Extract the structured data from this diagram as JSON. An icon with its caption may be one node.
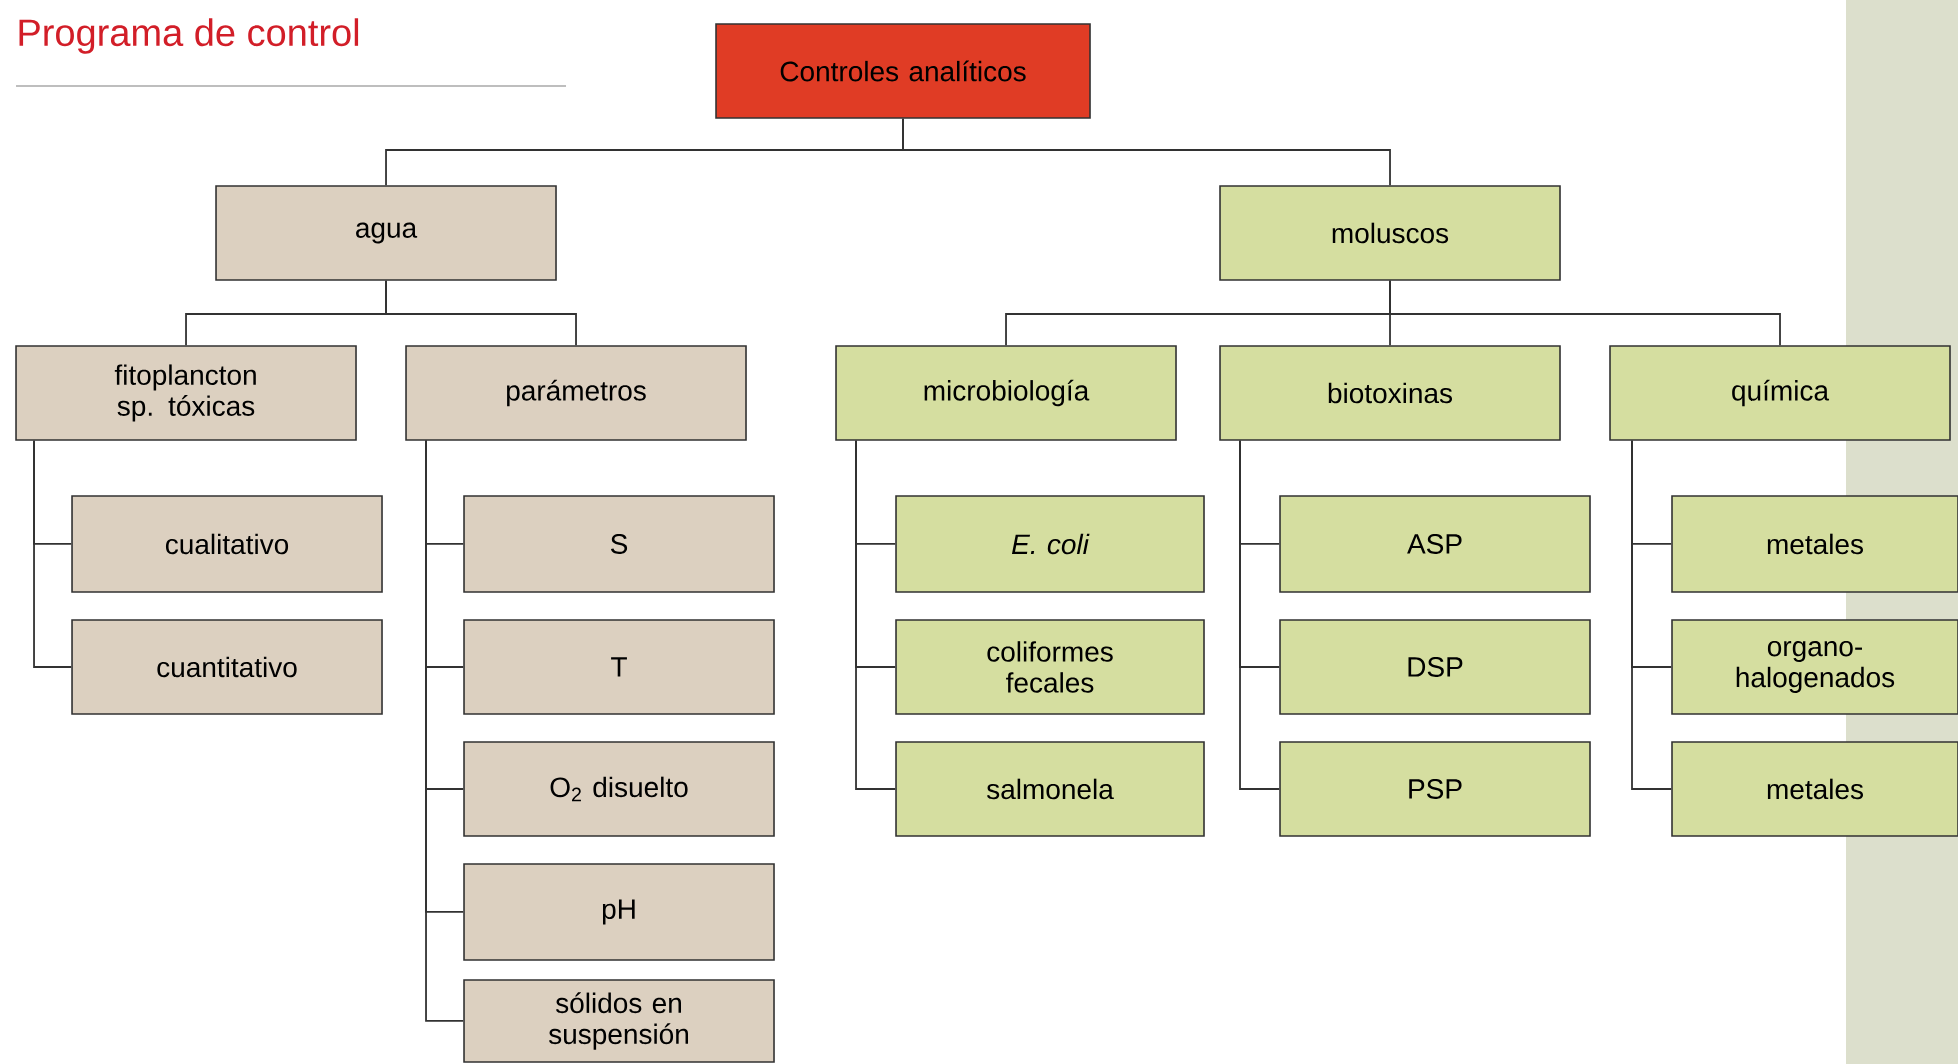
{
  "diagram": {
    "title": "Programa de control",
    "nodes": [
      {
        "text": [
          "Controles analíticos"
        ]
      },
      {
        "text": [
          "agua"
        ]
      },
      {
        "text": [
          "moluscos"
        ]
      },
      {
        "text": [
          "fitoplancton sp. tóxicas"
        ]
      },
      {
        "text": [
          "parámetros"
        ]
      },
      {
        "text": [
          "microbiología"
        ]
      },
      {
        "text": [
          "biotoxinas"
        ]
      },
      {
        "text": [
          "química"
        ]
      },
      {
        "text": [
          "cualitativo"
        ]
      },
      {
        "text": [
          "cuantitativo"
        ]
      },
      {
        "text": [
          "S"
        ]
      },
      {
        "text": [
          "T"
        ]
      },
      {
        "text": [
          "O$_{2}$ disuelto"
        ]
      },
      {
        "text": [
          "pH"
        ]
      },
      {
        "text": [
          "sólidos en suspensión"
        ]
      },
      {
        "text": [
          "E. coli"
        ]
      },
      {
        "text": [
          "coliformes fecales"
        ]
      },
      {
        "text": [
          "salmonela"
        ]
      },
      {
        "text": [
          "ASP"
        ]
      },
      {
        "text": [
          "DSP"
        ]
      },
      {
        "text": [
          "PSP"
        ]
      },
      {
        "text": [
          "metales"
        ]
      },
      {
        "text": [
          "organo-halogenados"
        ]
      },
      {
        "text": [
          "metales"
        ]
      }
    ],
    "edges": [
      {
        "from": 0,
        "to": 1,
        "arrow": "none"
      },
      {
        "from": 0,
        "to": 2,
        "arrow": "none"
      },
      {
        "from": 1,
        "to": 3,
        "arrow": "none"
      },
      {
        "from": 1,
        "to": 4,
        "arrow": "none"
      },
      {
        "from": 2,
        "to": 5,
        "arrow": "none"
      },
      {
        "from": 2,
        "to": 6,
        "arrow": "none"
      },
      {
        "from": 2,
        "to": 7,
        "arrow": "none"
      },
      {
        "from": 3,
        "to": 8,
        "arrow": "none"
      },
      {
        "from": 3,
        "to": 9,
        "arrow": "none"
      },
      {
        "from": 4,
        "to": 10,
        "arrow": "none"
      },
      {
        "from": 4,
        "to": 11,
        "arrow": "none"
      },
      {
        "from": 4,
        "to": 12,
        "arrow": "none"
      },
      {
        "from": 4,
        "to": 13,
        "arrow": "none"
      },
      {
        "from": 4,
        "to": 14,
        "arrow": "none"
      },
      {
        "from": 5,
        "to": 15,
        "arrow": "none"
      },
      {
        "from": 5,
        "to": 16,
        "arrow": "none"
      },
      {
        "from": 5,
        "to": 17,
        "arrow": "none"
      },
      {
        "from": 6,
        "to": 18,
        "arrow": "none"
      },
      {
        "from": 6,
        "to": 19,
        "arrow": "none"
      },
      {
        "from": 6,
        "to": 20,
        "arrow": "none"
      },
      {
        "from": 7,
        "to": 21,
        "arrow": "none"
      },
      {
        "from": 7,
        "to": 22,
        "arrow": "none"
      },
      {
        "from": 7,
        "to": 23,
        "arrow": "none"
      }
    ]
  }
}
